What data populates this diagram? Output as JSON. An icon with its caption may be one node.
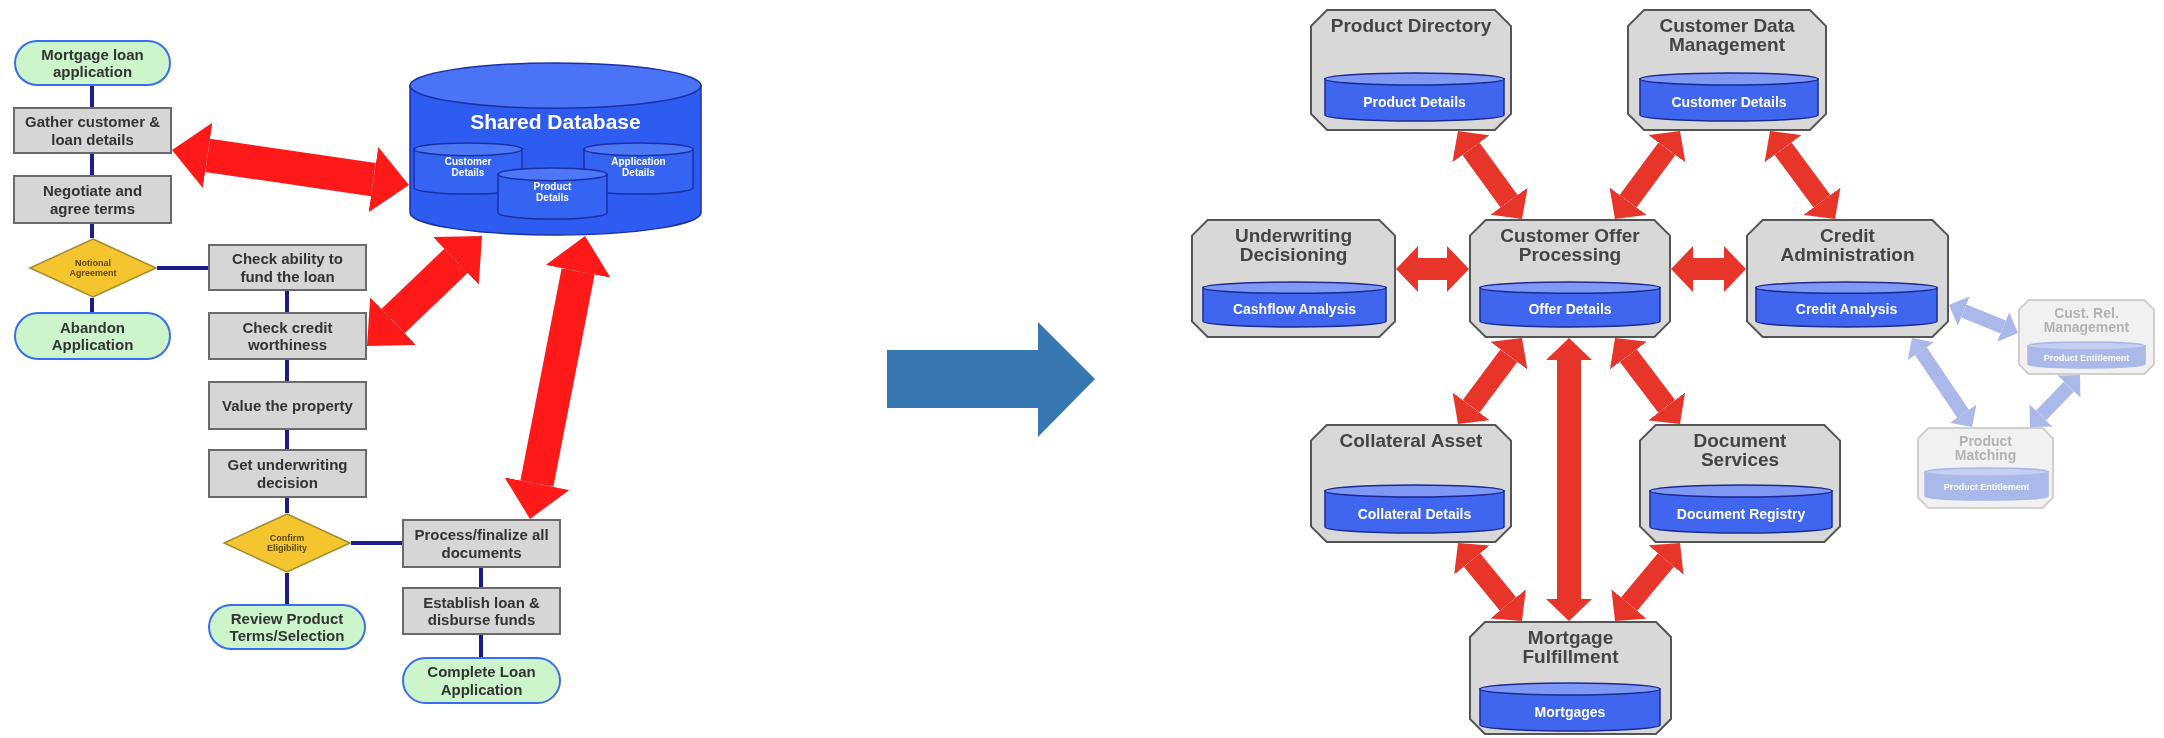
{
  "diagram": {
    "nodes": [
      {
        "text": [
          "Mortgage loan application"
        ]
      },
      {
        "text": [
          "Gather customer & loan details"
        ]
      },
      {
        "text": [
          "Negotiate and agree terms"
        ]
      },
      {
        "text": [
          "Notional Agreement"
        ]
      },
      {
        "text": [
          "Abandon Application"
        ]
      },
      {
        "text": [
          "Check ability to fund the loan"
        ]
      },
      {
        "text": [
          "Check credit worthiness"
        ]
      },
      {
        "text": [
          "Value the property"
        ]
      },
      {
        "text": [
          "Get underwriting decision"
        ]
      },
      {
        "text": [
          "Confirm Eligibility"
        ]
      },
      {
        "text": [
          "Review Product Terms/Selection"
        ]
      },
      {
        "text": [
          "Process/finalize all documents"
        ]
      },
      {
        "text": [
          "Establish loan & disburse funds"
        ]
      },
      {
        "text": [
          "Complete Loan Application"
        ]
      },
      {
        "text": [
          "Shared Database"
        ]
      },
      {
        "text": [
          "Customer Details"
        ],
        "in": 14
      },
      {
        "text": [
          "Product Details"
        ],
        "in": 14
      },
      {
        "text": [
          "Application Details"
        ],
        "in": 14
      },
      {
        "text": [
          "Product Directory"
        ]
      },
      {
        "text": [
          "Product Details"
        ],
        "in": 18
      },
      {
        "text": [
          "Customer Data Management"
        ]
      },
      {
        "text": [
          "Customer Details"
        ],
        "in": 20
      },
      {
        "text": [
          "Underwriting Decisioning"
        ]
      },
      {
        "text": [
          "Cashflow Analysis"
        ],
        "in": 22
      },
      {
        "text": [
          "Customer Offer Processing"
        ]
      },
      {
        "text": [
          "Offer Details"
        ],
        "in": 24
      },
      {
        "text": [
          "Credit Administration"
        ]
      },
      {
        "text": [
          "Credit Analysis"
        ],
        "in": 26
      },
      {
        "text": [
          "Cust. Rel. Management"
        ]
      },
      {
        "text": [
          "Product Entitlement"
        ],
        "in": 28
      },
      {
        "text": [
          "Collateral Asset"
        ]
      },
      {
        "text": [
          "Collateral Details"
        ],
        "in": 30
      },
      {
        "text": [
          "Document Services"
        ]
      },
      {
        "text": [
          "Document Registry"
        ],
        "in": 32
      },
      {
        "text": [
          "Product Matching"
        ]
      },
      {
        "text": [
          "Product Entitlement"
        ],
        "in": 34
      },
      {
        "text": [
          "Mortgage Fulfillment"
        ]
      },
      {
        "text": [
          "Mortgages"
        ],
        "in": 36
      }
    ],
    "edges": [
      {
        "from": 0,
        "to": 1,
        "arrow": "none"
      },
      {
        "from": 1,
        "to": 2,
        "arrow": "none"
      },
      {
        "from": 2,
        "to": 3,
        "arrow": "none"
      },
      {
        "from": 3,
        "to": 4,
        "arrow": "none"
      },
      {
        "from": 3,
        "to": 5,
        "arrow": "none"
      },
      {
        "from": 5,
        "to": 6,
        "arrow": "none"
      },
      {
        "from": 6,
        "to": 7,
        "arrow": "none"
      },
      {
        "from": 7,
        "to": 8,
        "arrow": "none"
      },
      {
        "from": 8,
        "to": 9,
        "arrow": "none"
      },
      {
        "from": 9,
        "to": 10,
        "arrow": "none"
      },
      {
        "from": 9,
        "to": 11,
        "arrow": "none"
      },
      {
        "from": 11,
        "to": 12,
        "arrow": "none"
      },
      {
        "from": 12,
        "to": 13,
        "arrow": "none"
      },
      {
        "from": 1,
        "to": 14,
        "arrow": "both",
        "style": "thick",
        "color": "#ff1a1a"
      },
      {
        "from": 14,
        "to": 6,
        "arrow": "both",
        "style": "thick",
        "color": "#ff1a1a"
      },
      {
        "from": 14,
        "to": 11,
        "arrow": "both",
        "style": "thick",
        "color": "#ff1a1a"
      },
      {
        "from": 18,
        "to": 24,
        "arrow": "both",
        "color": "#e8352a"
      },
      {
        "from": 20,
        "to": 24,
        "arrow": "both",
        "color": "#e8352a"
      },
      {
        "from": 20,
        "to": 26,
        "arrow": "both",
        "color": "#e8352a"
      },
      {
        "from": 22,
        "to": 24,
        "arrow": "both",
        "color": "#e8352a"
      },
      {
        "from": 24,
        "to": 26,
        "arrow": "both",
        "color": "#e8352a"
      },
      {
        "from": 24,
        "to": 30,
        "arrow": "both",
        "color": "#e8352a"
      },
      {
        "from": 24,
        "to": 32,
        "arrow": "both",
        "color": "#e8352a"
      },
      {
        "from": 24,
        "to": 36,
        "arrow": "both",
        "color": "#e8352a"
      },
      {
        "from": 30,
        "to": 36,
        "arrow": "both",
        "color": "#e8352a"
      },
      {
        "from": 32,
        "to": 36,
        "arrow": "both",
        "color": "#e8352a"
      },
      {
        "from": 26,
        "to": 28,
        "arrow": "both",
        "color": "#aab8ea"
      },
      {
        "from": 26,
        "to": 34,
        "arrow": "both",
        "color": "#aab8ea"
      },
      {
        "from": 34,
        "to": 28,
        "arrow": "both",
        "color": "#aab8ea"
      }
    ]
  }
}
